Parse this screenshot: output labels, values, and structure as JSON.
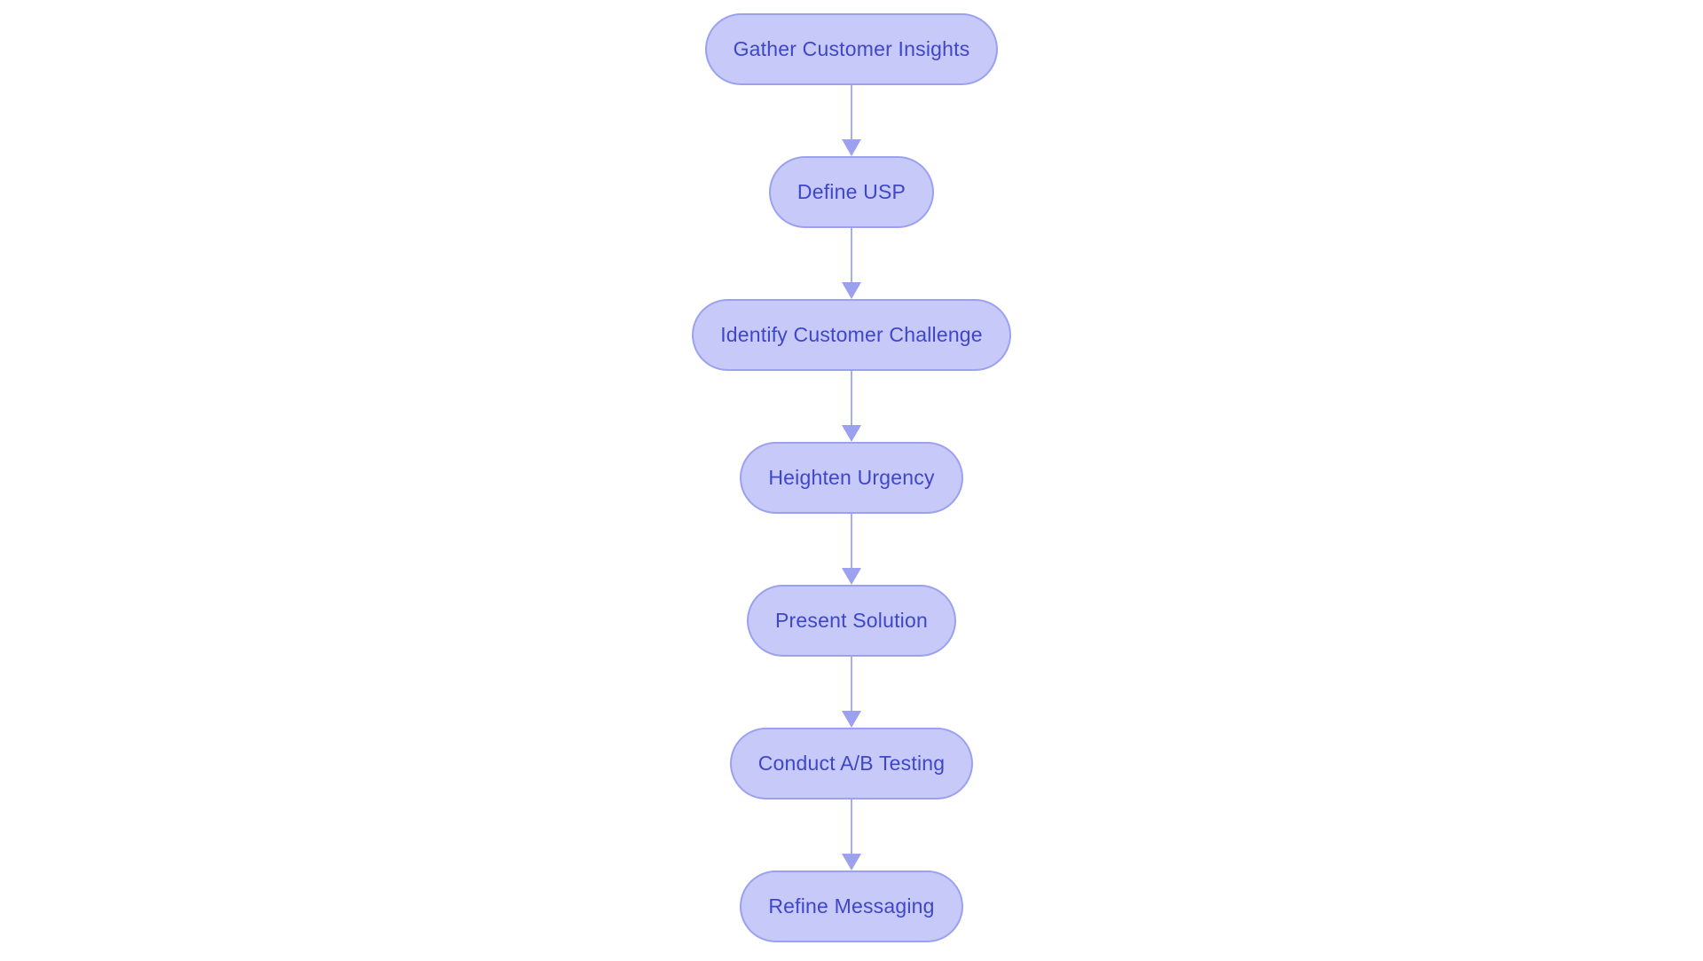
{
  "diagram": {
    "type": "flowchart",
    "direction": "top-to-bottom",
    "nodes": [
      {
        "id": "gather-customer-insights",
        "label": "Gather Customer Insights"
      },
      {
        "id": "define-usp",
        "label": "Define USP"
      },
      {
        "id": "identify-customer-challenge",
        "label": "Identify Customer Challenge"
      },
      {
        "id": "heighten-urgency",
        "label": "Heighten Urgency"
      },
      {
        "id": "present-solution",
        "label": "Present Solution"
      },
      {
        "id": "conduct-ab-testing",
        "label": "Conduct A/B Testing"
      },
      {
        "id": "refine-messaging",
        "label": "Refine Messaging"
      }
    ],
    "edges": [
      {
        "from": "Gather Customer Insights",
        "to": "Define USP"
      },
      {
        "from": "Define USP",
        "to": "Identify Customer Challenge"
      },
      {
        "from": "Identify Customer Challenge",
        "to": "Heighten Urgency"
      },
      {
        "from": "Heighten Urgency",
        "to": "Present Solution"
      },
      {
        "from": "Present Solution",
        "to": "Conduct A/B Testing"
      },
      {
        "from": "Conduct A/B Testing",
        "to": "Refine Messaging"
      }
    ],
    "colors": {
      "node_fill": "#c7caf8",
      "node_border": "#9aa1f0",
      "node_text": "#3f46c8",
      "connector": "#9ba1ef",
      "background": "#ffffff"
    }
  }
}
